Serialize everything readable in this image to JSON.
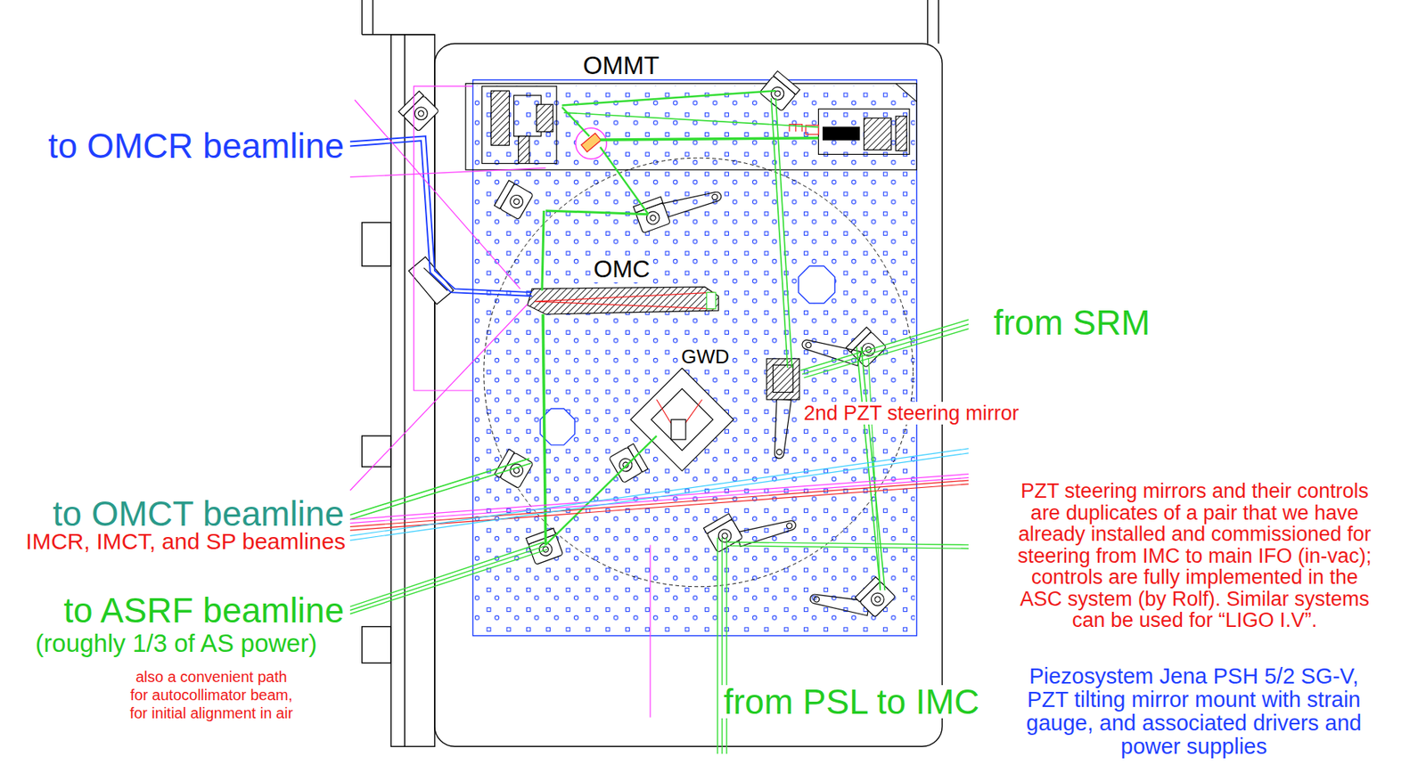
{
  "diagram": {
    "labels": [
      "OMMT",
      "to OMCR beamline",
      "OMC",
      "from SRM",
      "GWD",
      "2nd PZT steering mirror",
      "PZT steering mirrors and their controls are duplicates of a pair that we have already installed and commissioned for steering from IMC to main IFO (in-vac); controls are fully implemented in the ASC system (by Rolf). Similar systems can be used for “LIGO I.V”.",
      "to OMCT beamline",
      "IMCR, IMCT, and SP beamlines",
      "to ASRF beamline",
      "(roughly 1/3 of AS power)",
      "also a convenient path for autocollimator beam, for initial alignment in air",
      "from PSL to IMC",
      "Piezosystem Jena PSH 5/2 SG-V, PZT tilting mirror mount with strain gauge, and associated drivers and power supplies"
    ]
  }
}
